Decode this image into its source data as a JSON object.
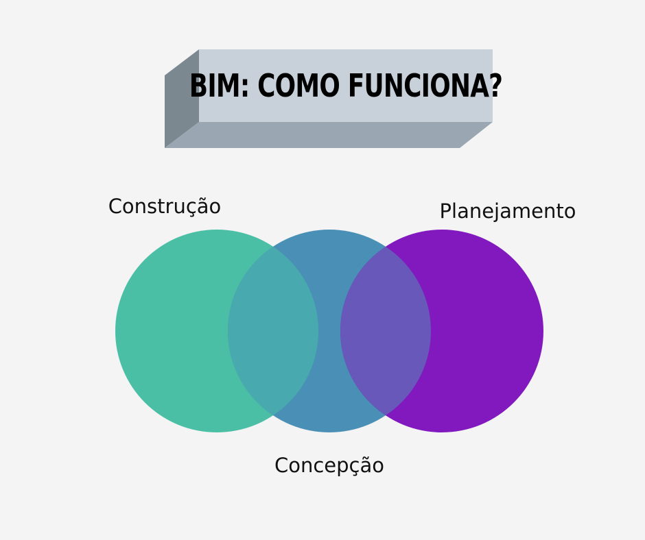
{
  "title": "BIM: COMO FUNCIONA?",
  "sets": [
    {
      "label": "Construção",
      "color": "#4bbfa6"
    },
    {
      "label": "Concepção",
      "color": "#4a90b6"
    },
    {
      "label": "Planejamento",
      "color": "#8119bf"
    }
  ],
  "overlap_colors": {
    "construcao_concepcao": "#48a9ae",
    "concepcao_planejamento": "#6758b9"
  },
  "banner_colors": {
    "face": "#c8d0d9",
    "side": "#7c8890",
    "bottom": "#9aa7b2"
  }
}
